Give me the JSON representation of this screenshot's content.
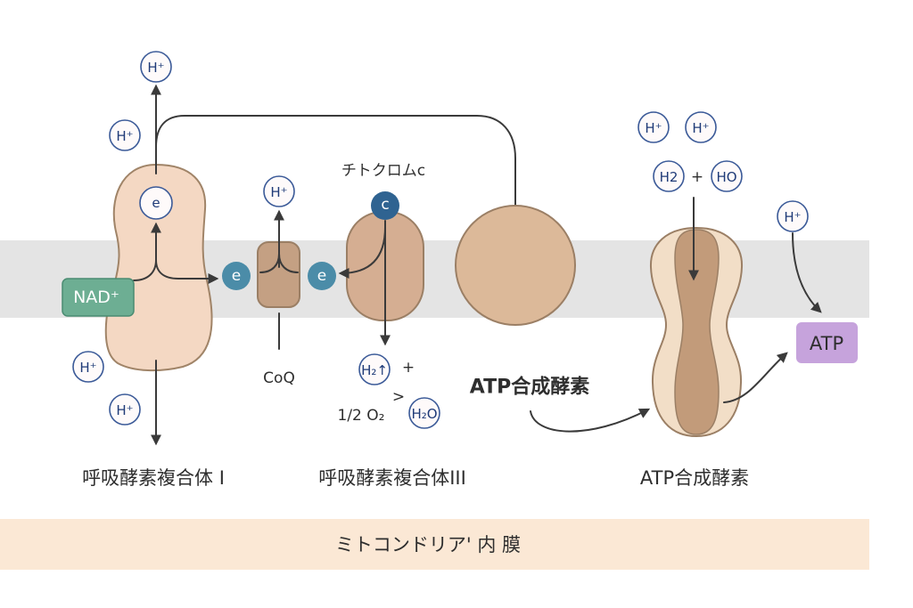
{
  "diagram": {
    "membrane_label": "ミトコンドリア' 内 膜",
    "complex1_label": "呼吸酵素複合体 I",
    "complex3_label": "呼吸酵素複合体III",
    "atp_synthase_label": "ATP合成酵素",
    "atp_synthase_side_label": "ATP合成酵素",
    "cytochrome_c_label": "チトクロムc",
    "coq_label": "CoQ",
    "nad_label": "NAD⁺",
    "atp_label": "ATP"
  },
  "particles": {
    "proton": "H⁺",
    "electron": "e",
    "cytochrome": "c",
    "h2_up": "H₂↑",
    "h2o": "H₂O",
    "h2": "H2",
    "ho": "HO"
  },
  "equation": {
    "plus": "+",
    "greater": ">",
    "half_oxygen": "1/2 O₂"
  },
  "colors": {
    "membrane_band": "#e4e4e4",
    "inner_membrane_bar": "#fbe8d5",
    "complex1": "#f4d8c3",
    "coq": "#c4a083",
    "complex3": "#d5ae92",
    "round_complex": "#dcb999",
    "atp_synthase_outer": "#f2dec7",
    "atp_synthase_inner": "#c29b7a",
    "electron_fill": "#4b8ca8",
    "cytochrome_fill": "#2f6391",
    "nad_box": "#6dae93",
    "atp_box": "#c6a3dc",
    "proton_outline": "#3b5a98"
  }
}
